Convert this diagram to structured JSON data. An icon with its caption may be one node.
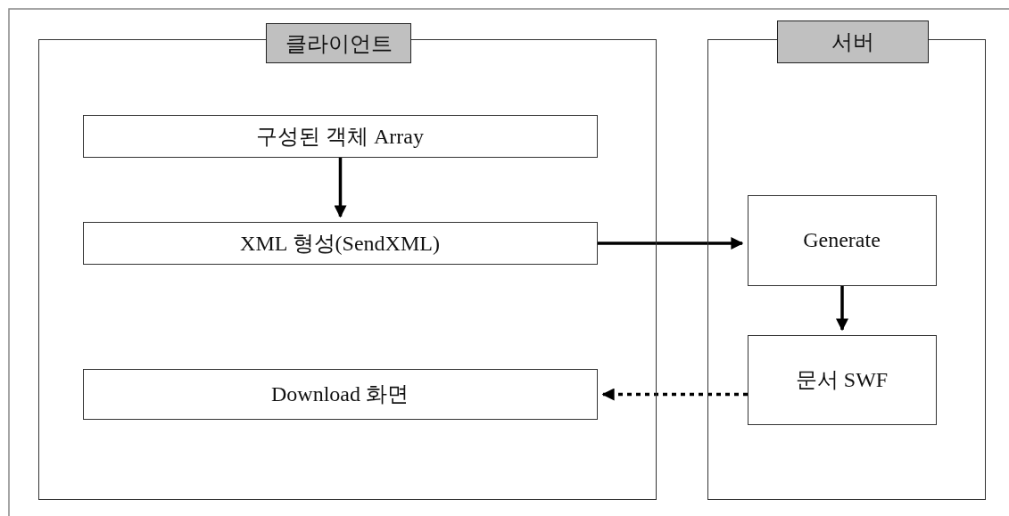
{
  "diagram": {
    "nodes": [
      {
        "text": [
          "클라이언트"
        ]
      },
      {
        "text": [
          "서버"
        ]
      },
      {
        "text": [
          "구성된 객체 Array"
        ],
        "in": 0
      },
      {
        "text": [
          "XML 형성(SendXML)"
        ],
        "in": 0
      },
      {
        "text": [
          "Download 화면"
        ],
        "in": 0
      },
      {
        "text": [
          "Generate"
        ],
        "in": 1
      },
      {
        "text": [
          "문서 SWF"
        ],
        "in": 1
      }
    ],
    "edges": [
      {
        "from": 2,
        "to": 3,
        "arrow": "to"
      },
      {
        "from": 3,
        "to": 5,
        "arrow": "to"
      },
      {
        "from": 5,
        "to": 6,
        "arrow": "to"
      },
      {
        "from": 6,
        "to": 4,
        "arrow": "to",
        "style": "dashed"
      }
    ]
  }
}
